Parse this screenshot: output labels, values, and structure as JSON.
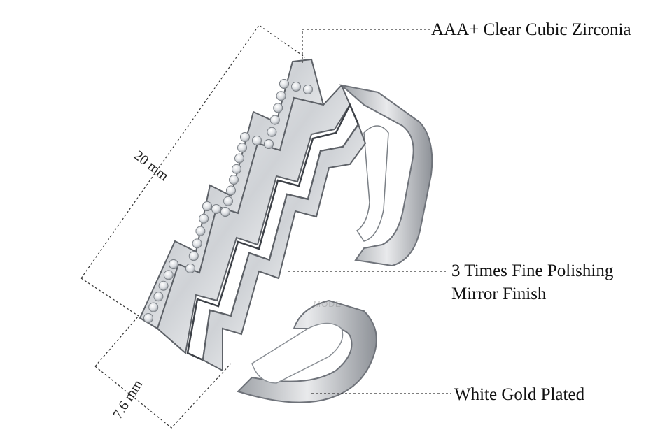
{
  "labels": {
    "zirconia": "AAA+ Clear Cubic Zirconia",
    "polish_line1": "3 Times Fine Polishing",
    "polish_line2": "Mirror Finish",
    "plated": "White Gold Plated"
  },
  "dimensions": {
    "length": "20 mm",
    "width": "7.6 mm"
  },
  "watermark": "MODE",
  "colors": {
    "background": "#ffffff",
    "metal": "#c9ccd0",
    "text": "#111111"
  }
}
